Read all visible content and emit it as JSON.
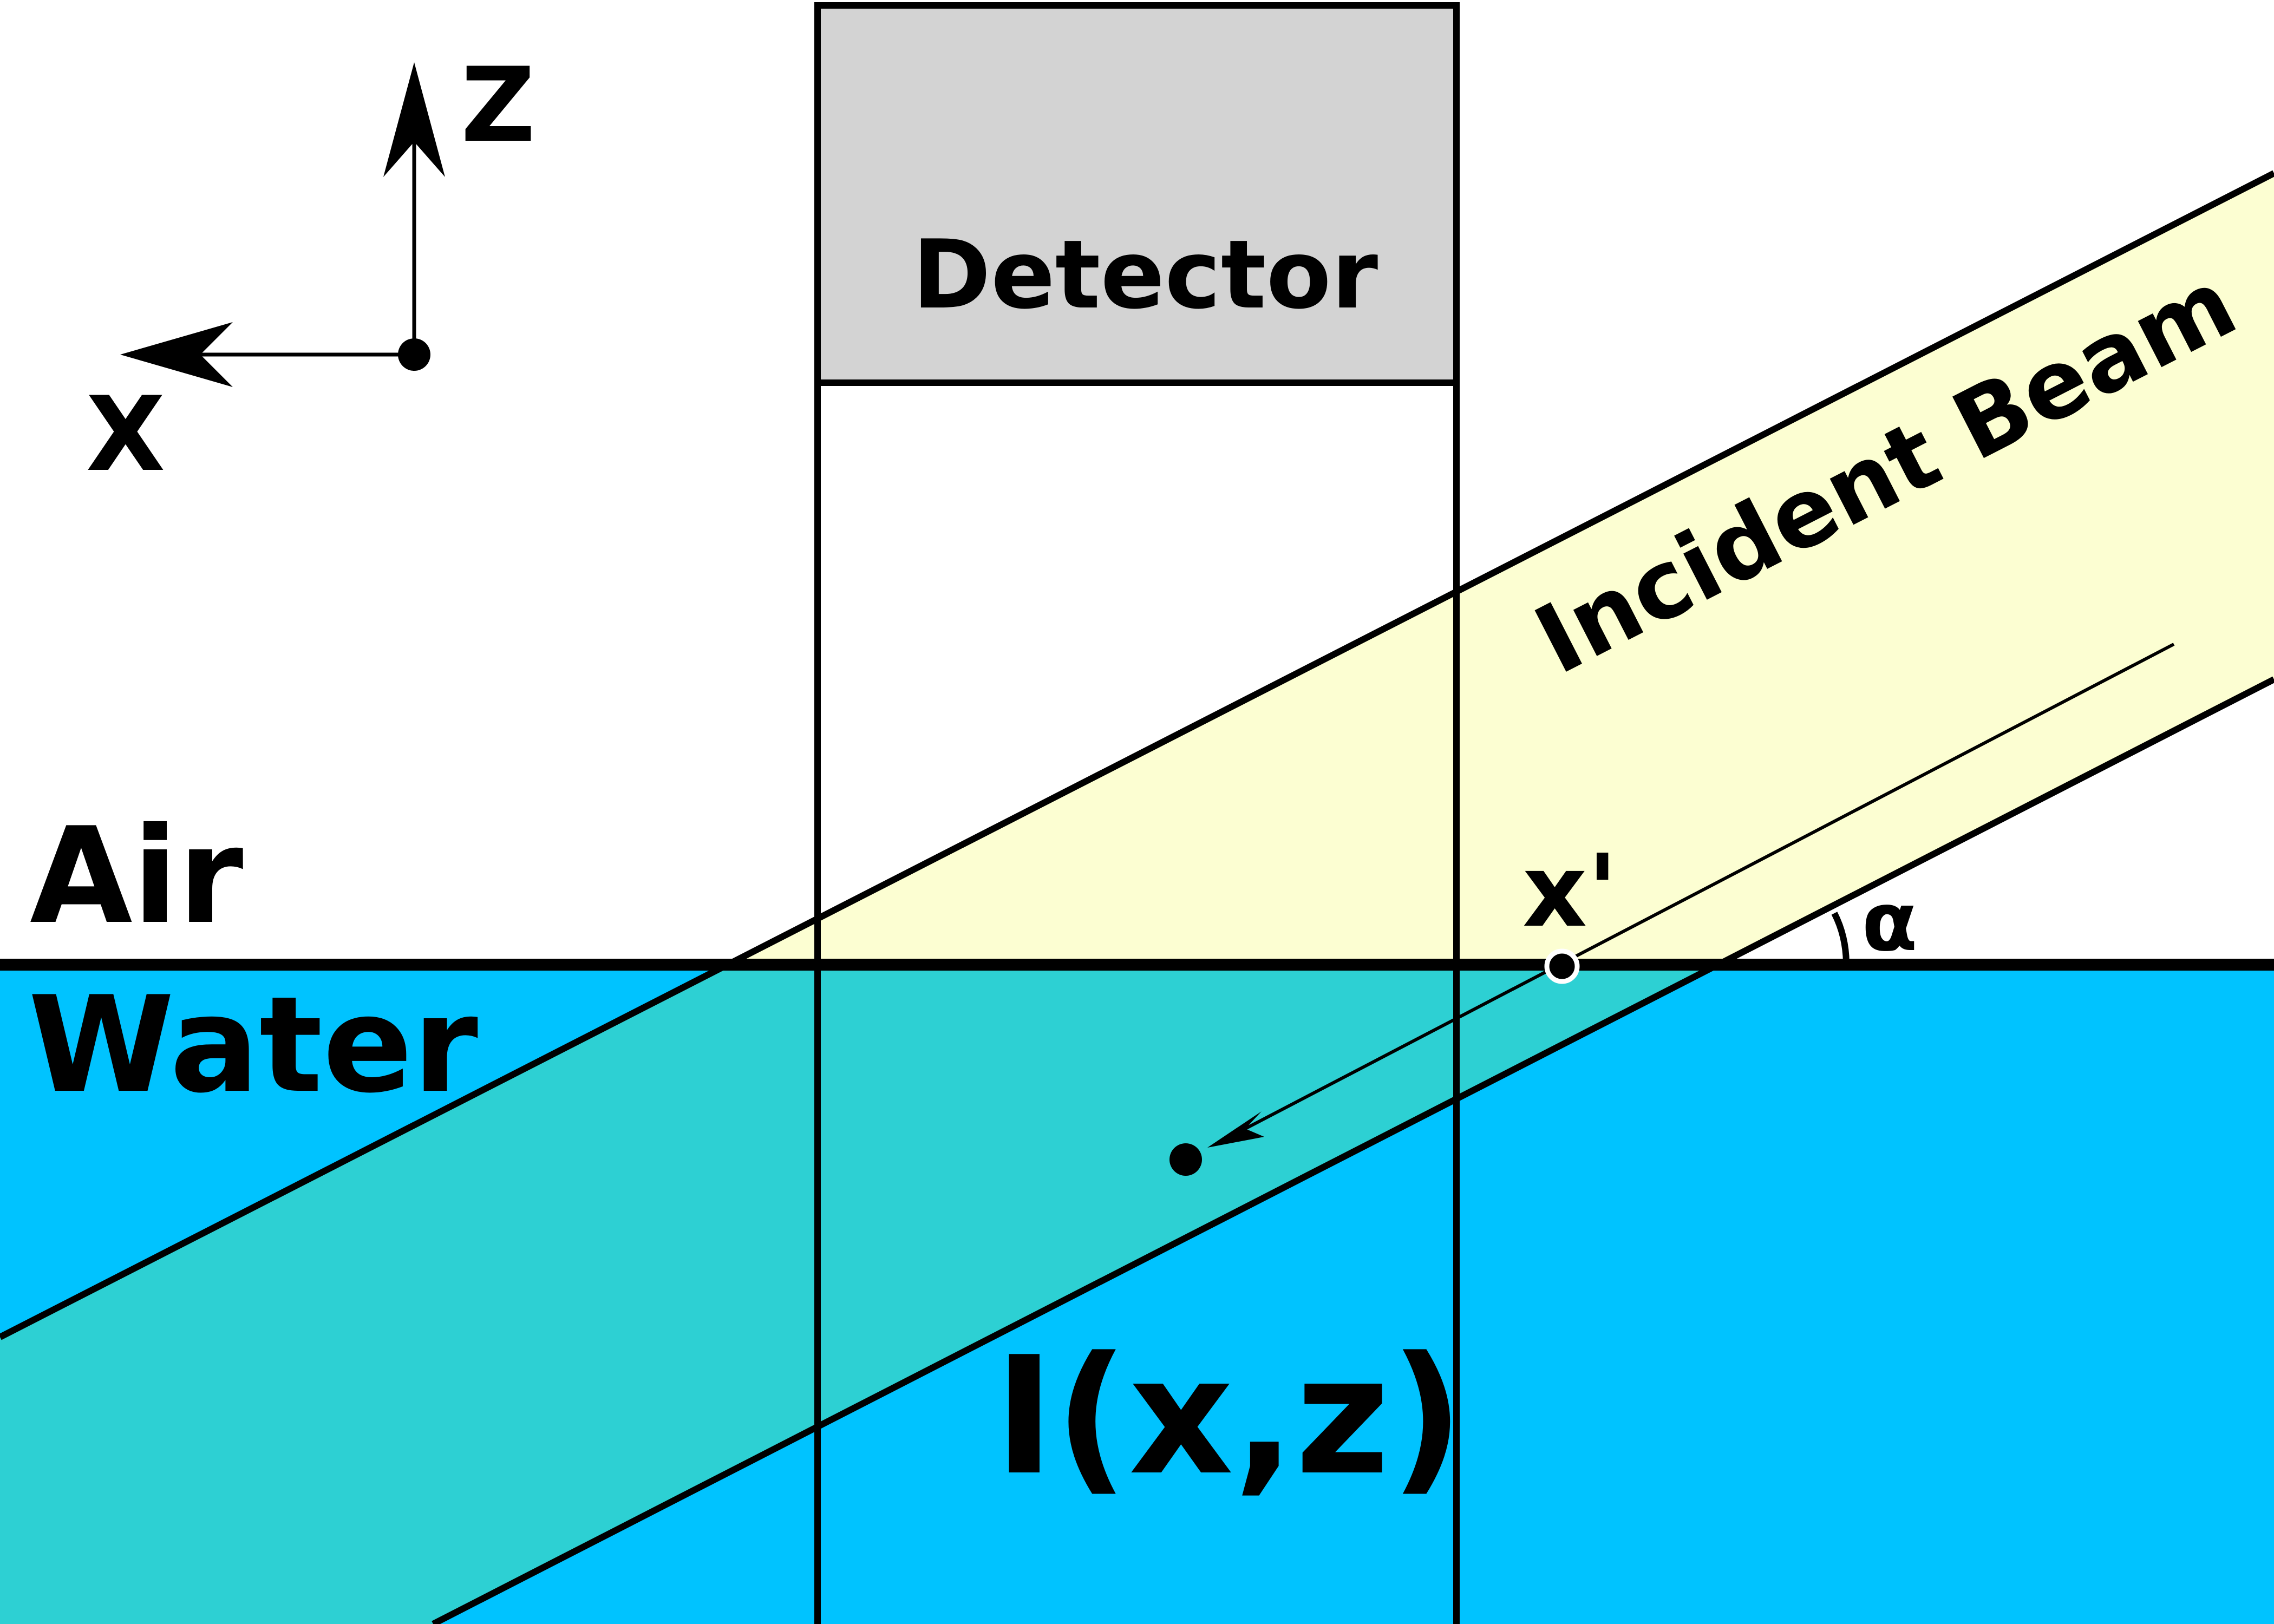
{
  "labels": {
    "detector": "Detector",
    "air": "Air",
    "water": "Water",
    "intensity": "I(x,z)",
    "incident_beam": "Incident Beam",
    "x_prime": "x'",
    "alpha": "α",
    "axis_z": "Z",
    "axis_x": "X"
  },
  "colors": {
    "air": "#ffffff",
    "water": "#00c3ff",
    "beam_in_air": "#fcfed2",
    "beam_in_water": "#2dd0d3",
    "detector": "#d3d3d3",
    "stroke": "#000000"
  },
  "icons": {
    "axes": "coordinate-axes-icon",
    "point": "filled-dot-icon",
    "arrow": "arrowhead-icon"
  }
}
